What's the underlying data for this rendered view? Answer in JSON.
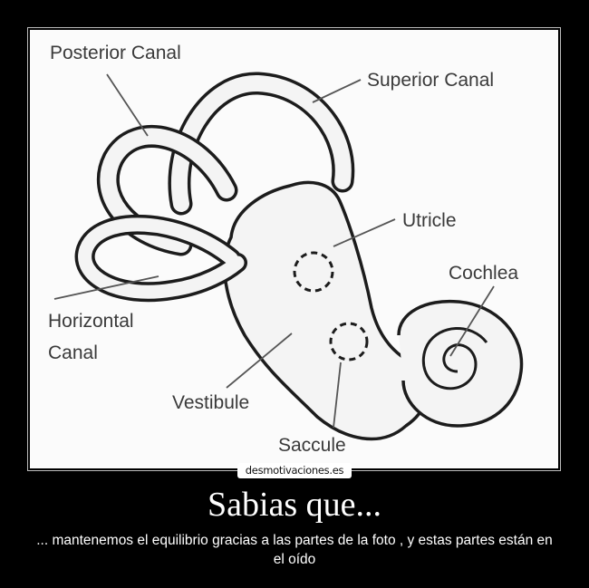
{
  "diagram": {
    "labels": {
      "posterior_canal": "Posterior Canal",
      "superior_canal": "Superior Canal",
      "utricle": "Utricle",
      "cochlea": "Cochlea",
      "horizontal_canal_line1": "Horizontal",
      "horizontal_canal_line2": "Canal",
      "vestibule": "Vestibule",
      "saccule": "Saccule"
    }
  },
  "watermark": "desmotivaciones.es",
  "poster": {
    "title": "Sabias que...",
    "caption": "... mantenemos el equilibrio gracias a las partes de la foto , y estas partes están en el oído"
  }
}
